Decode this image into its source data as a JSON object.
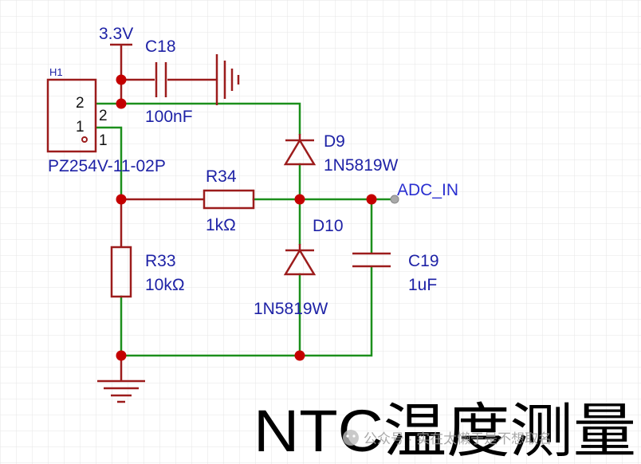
{
  "schematic": {
    "power_label": "3.3V",
    "c18": {
      "ref": "C18",
      "value": "100nF"
    },
    "h1": {
      "ref": "H1",
      "part": "PZ254V-11-02P",
      "pin_2": "2",
      "pin_1": "1"
    },
    "r34": {
      "ref": "R34",
      "value": "1kΩ"
    },
    "r33": {
      "ref": "R33",
      "value": "10kΩ"
    },
    "d9": {
      "ref": "D9",
      "part": "1N5819W"
    },
    "d10": {
      "ref": "D10",
      "part": "1N5819W"
    },
    "c19": {
      "ref": "C19",
      "value": "1uF"
    },
    "net_label": "ADC_IN"
  },
  "title": "NTC温度测量",
  "watermark": "公众号 · 实在太懒于是不想取名",
  "colors": {
    "wire": "#1c8f1c",
    "component": "#9c1c1c",
    "junction": "#c40000",
    "text": "#1e22a6",
    "grid": "#e6e6e6"
  }
}
